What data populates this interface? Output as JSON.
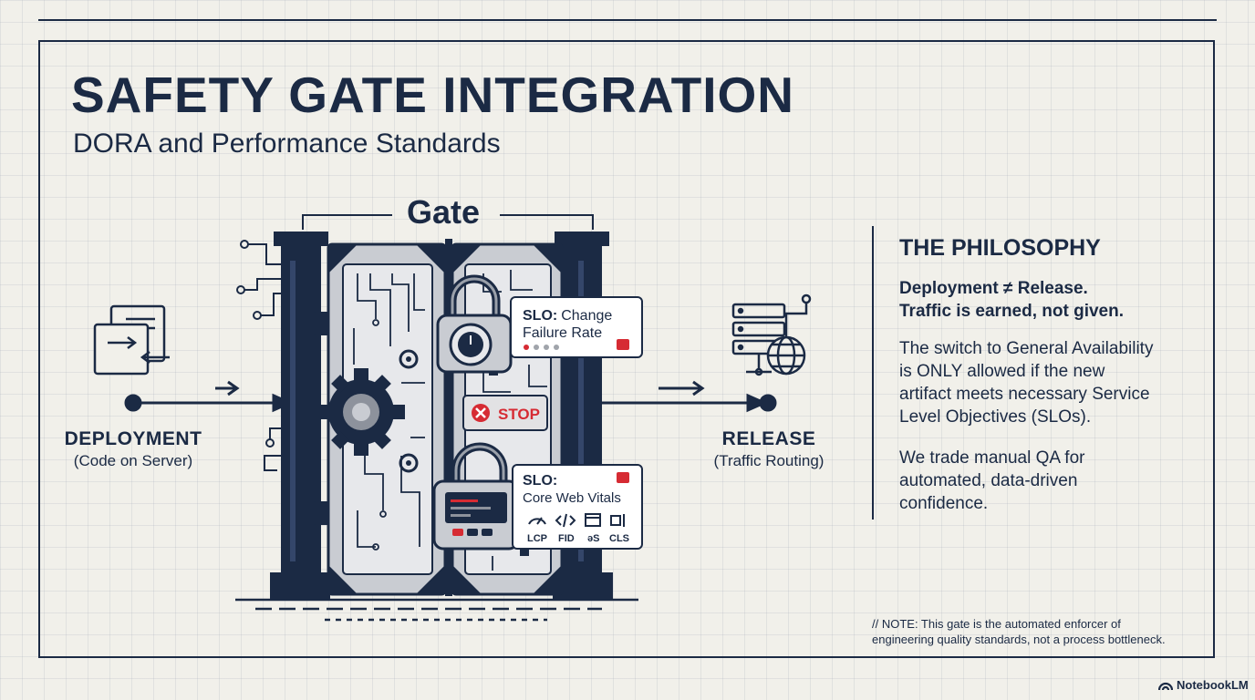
{
  "header": {
    "title": "SAFETY GATE INTEGRATION",
    "subtitle": "DORA and Performance Standards"
  },
  "diagram": {
    "gate_label": "Gate",
    "deployment": {
      "label": "DEPLOYMENT",
      "sublabel": "(Code on Server)"
    },
    "release": {
      "label": "RELEASE",
      "sublabel": "(Traffic Routing)"
    },
    "stop_label": "STOP",
    "slo_change": {
      "prefix": "SLO:",
      "line1": "Change",
      "line2": "Failure Rate"
    },
    "slo_vitals": {
      "prefix": "SLO:",
      "line2": "Core Web Vitals",
      "metrics": [
        "LCP",
        "FID",
        "əS",
        "CLS"
      ]
    },
    "colors": {
      "navy": "#1b2a44",
      "accent_red": "#d62b33",
      "steel": "#c9ccd2",
      "paper": "#f1f0ea"
    }
  },
  "philosophy": {
    "heading": "THE PHILOSOPHY",
    "bold_line1": "Deployment ≠ Release.",
    "bold_line2": "Traffic is earned, not given.",
    "para1_line1": "The switch to General Availability",
    "para1_line2": "is ONLY allowed if the new",
    "para1_line3": "artifact meets necessary Service",
    "para1_line4": "Level Objectives (SLOs).",
    "para2_line1": "We trade manual QA for",
    "para2_line2": "automated, data-driven",
    "para2_line3": "confidence."
  },
  "note": {
    "line1": "// NOTE: This gate is the automated enforcer of",
    "line2": "engineering quality standards, not a process bottleneck."
  },
  "brand": {
    "name": "NotebookLM"
  }
}
